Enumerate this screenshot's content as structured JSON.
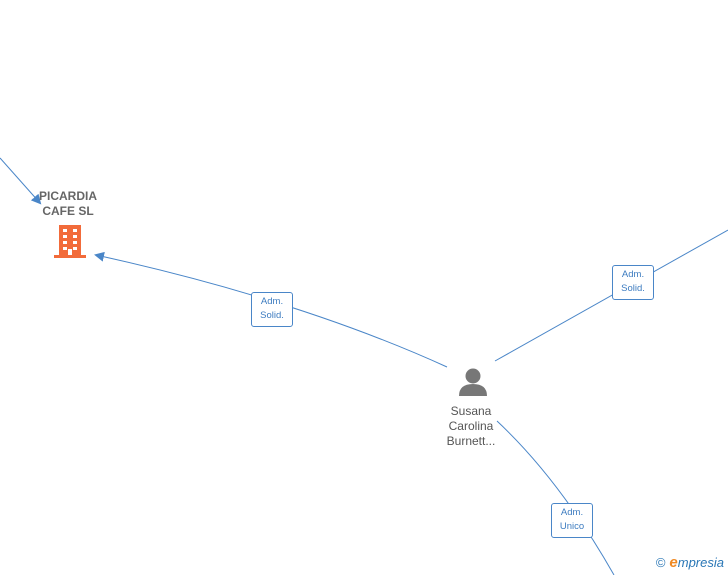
{
  "nodes": {
    "company": {
      "line1": "PICARDIA",
      "line2": "CAFE  SL",
      "icon": "building-icon",
      "color": "#f26b3a"
    },
    "person": {
      "line1": "Susana",
      "line2": "Carolina",
      "line3": "Burnett...",
      "icon": "person-icon",
      "color": "#777777"
    }
  },
  "edges": [
    {
      "id": "to-company",
      "line1": "Adm.",
      "line2": "Solid."
    },
    {
      "id": "to-upper-right",
      "line1": "Adm.",
      "line2": "Solid."
    },
    {
      "id": "to-lower-right",
      "line1": "Adm.",
      "line2": "Unico"
    }
  ],
  "edge_color": "#4a86c8",
  "watermark": {
    "symbol": "©",
    "brand_initial": "e",
    "brand_rest": "mpresia"
  }
}
